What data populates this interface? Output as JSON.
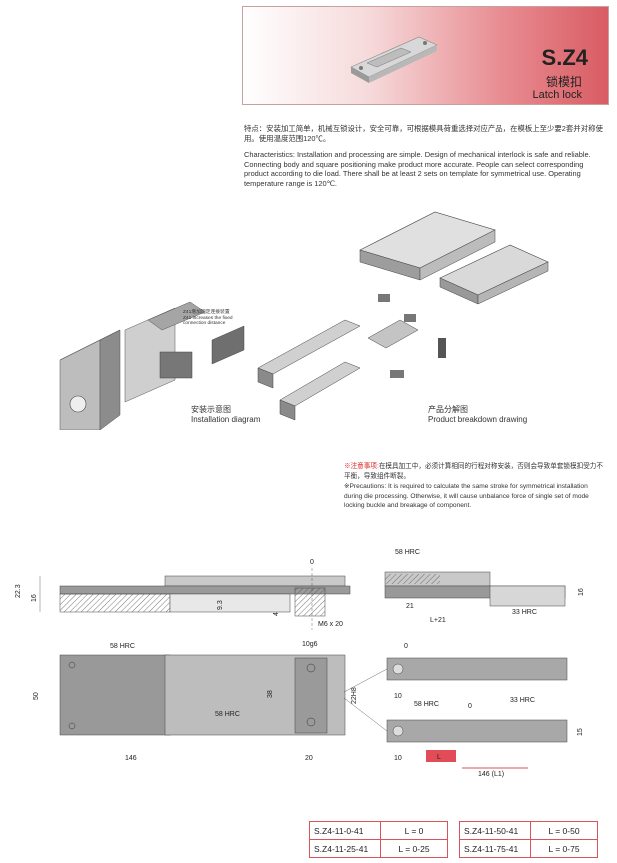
{
  "header": {
    "code": "S.Z4",
    "name_cn": "锁模扣",
    "name_en": "Latch lock"
  },
  "features": {
    "cn": "特点：安装加工简单，机械互锁设计，安全可靠，可根据模具荷重选择对应产品，在模板上至少要2套并对称使用。使用温度范围120℃。",
    "en": "Characteristics: Installation and processing are simple. Design of mechanical interlock is safe and reliable. Connecting body and square positioning make product more accurate. People can select corresponding product according to die load. There shall be at least 2 sets on template for symmetrical use. Operating temperature range is 120℃."
  },
  "drawings": {
    "install_note_cn": "Z41增加固定连接装置",
    "install_note_en": "Z41 increases the fixed connection distance",
    "install_cn": "安装示意图",
    "install_en": "Installation diagram",
    "breakdown_cn": "产品分解图",
    "breakdown_en": "Product breakdown drawing"
  },
  "precautions": {
    "label_cn": "※注意事项:",
    "cn": "在模具加工中，必须计算相同的行程对称安装，否则会导致单套锁模扣受力不平衡，导致组件断裂。",
    "en": "※Precautions: It is required to calculate the same stroke for symmetrical installation during die processing. Otherwise, it will cause unbalance force of single set of mode locking buckle and breakage of component."
  },
  "dims": {
    "d0a": "0",
    "d22_3": "22.3",
    "d16a": "16",
    "d9_3": "9.3",
    "d4": "4",
    "m6": "M6 x 20",
    "hrc58a": "58 HRC",
    "d16b": "16",
    "d21": "21",
    "dL21": "L+21",
    "hrc33a": "33 HRC",
    "hrc58b": "58 HRC",
    "d10g6": "10g6",
    "d50": "50",
    "d38": "38",
    "d22h8": "22H8",
    "hrc58c": "58 HRC",
    "d146": "146",
    "d20": "20",
    "d0b": "0",
    "d10a": "10",
    "hrc58d": "58 HRC",
    "d0c": "0",
    "hrc33b": "33 HRC",
    "d15": "15",
    "d10b": "10",
    "dL": "L",
    "d146L1": "146 (L1)"
  },
  "codes": [
    {
      "code": "S.Z4-11-0-41",
      "range": "L = 0"
    },
    {
      "code": "S.Z4-11-25-41",
      "range": "L = 0-25"
    },
    {
      "code": "S.Z4-11-50-41",
      "range": "L = 0-50"
    },
    {
      "code": "S.Z4-11-75-41",
      "range": "L = 0-75"
    }
  ],
  "colors": {
    "accent": "#d9535b",
    "steel_light": "#c8c8c8",
    "steel_dark": "#5a5a5a"
  }
}
